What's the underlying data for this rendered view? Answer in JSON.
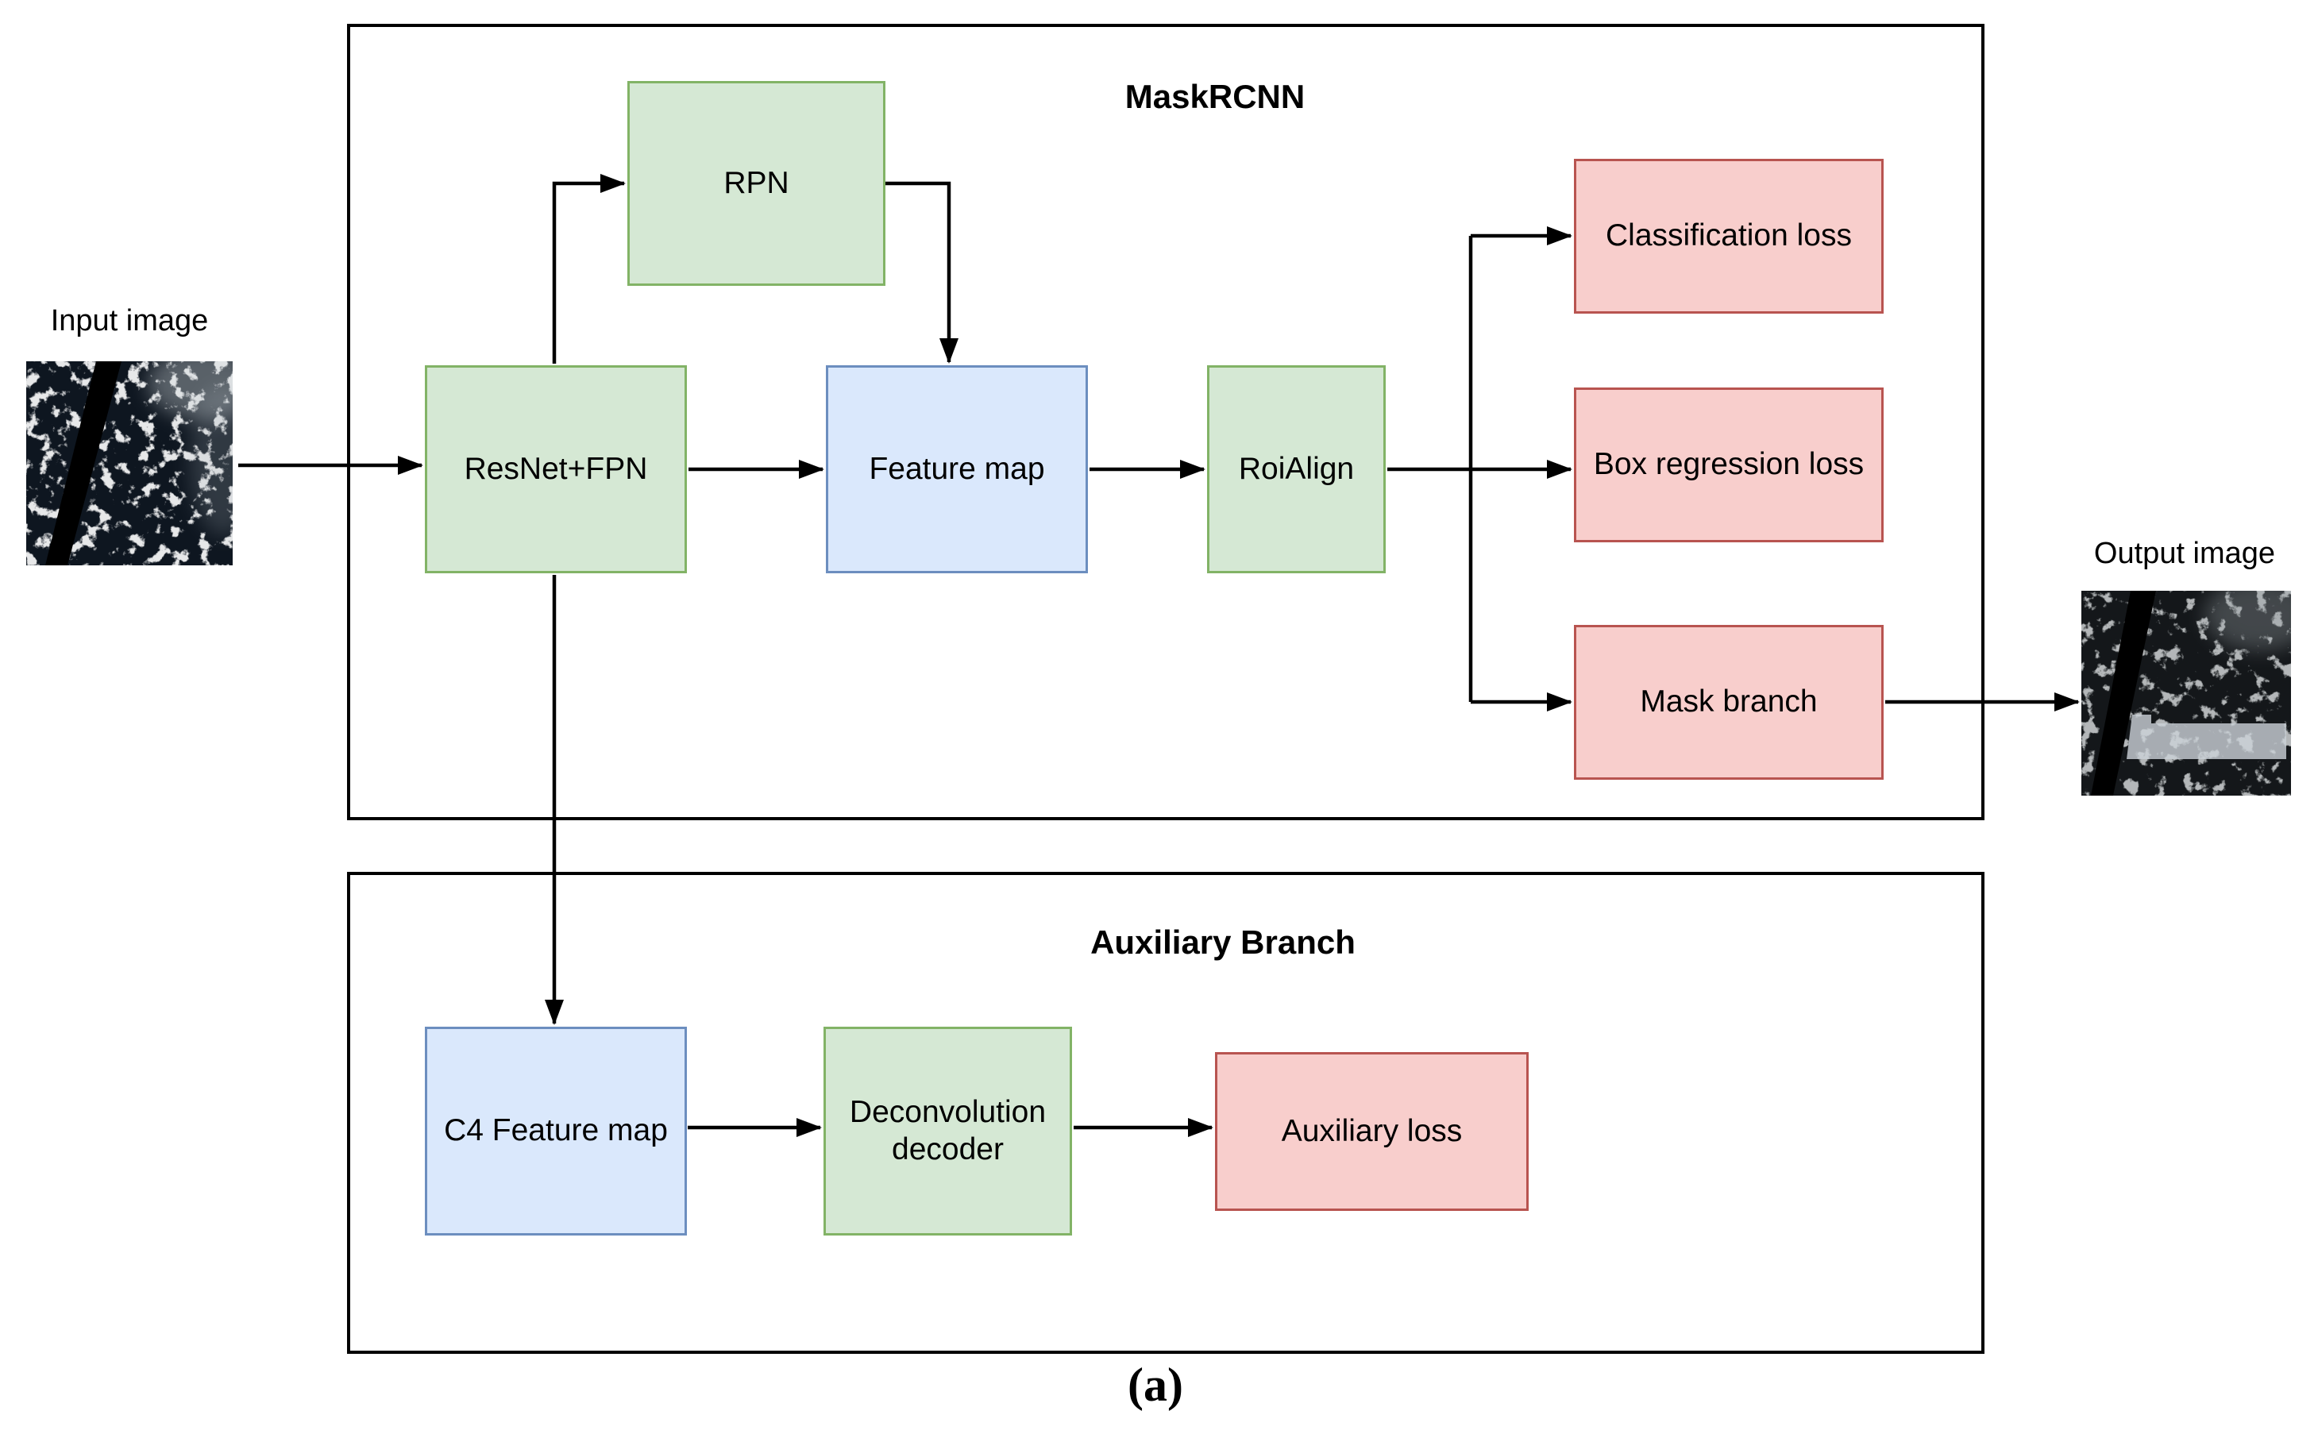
{
  "diagram": {
    "caption": "(a)",
    "groups": {
      "maskrcnn": {
        "title": "MaskRCNN"
      },
      "auxiliary": {
        "title": "Auxiliary Branch"
      }
    },
    "nodes": {
      "rpn": {
        "label": "RPN",
        "color": "green"
      },
      "resnet_fpn": {
        "label": "ResNet+FPN",
        "color": "green"
      },
      "feature_map": {
        "label": "Feature map",
        "color": "blue"
      },
      "roialign": {
        "label": "RoiAlign",
        "color": "green"
      },
      "classification_loss": {
        "label": "Classification loss",
        "color": "red"
      },
      "box_regression_loss": {
        "label": "Box regression loss",
        "color": "red"
      },
      "mask_branch": {
        "label": "Mask branch",
        "color": "red"
      },
      "c4_feature_map": {
        "label": "C4 Feature map",
        "color": "blue"
      },
      "deconvolution_decoder": {
        "label": "Deconvolution decoder",
        "color": "green"
      },
      "auxiliary_loss": {
        "label": "Auxiliary loss",
        "color": "red"
      }
    },
    "images": {
      "input": {
        "label": "Input image",
        "content": "satellite-ocean-clouds-with-black-band"
      },
      "output": {
        "label": "Output image",
        "content": "satellite-ocean-clouds-with-black-band-and-mask-overlay"
      }
    },
    "palette": {
      "green_fill": "#d5e8d4",
      "green_stroke": "#82b366",
      "blue_fill": "#dae8fc",
      "blue_stroke": "#6c8ebf",
      "red_fill": "#f8cecc",
      "red_stroke": "#b85450",
      "connector": "#000000",
      "group_border": "#000000"
    }
  }
}
